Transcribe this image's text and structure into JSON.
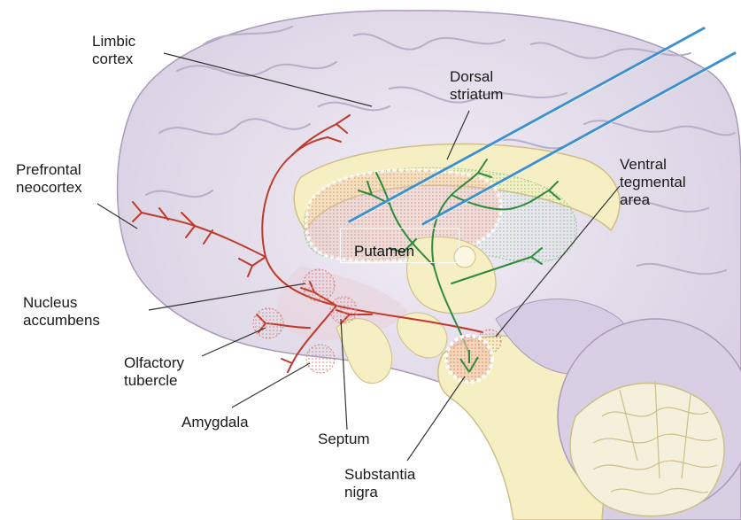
{
  "labels": {
    "limbic_cortex": [
      "Limbic",
      "cortex"
    ],
    "dorsal_striatum": [
      "Dorsal",
      "striatum"
    ],
    "prefrontal_neocortex": [
      "Prefrontal",
      "neocortex"
    ],
    "ventral_tegmental_area": [
      "Ventral",
      "tegmental",
      "area"
    ],
    "putamen": "Putamen",
    "nucleus_accumbens": [
      "Nucleus",
      "accumbens"
    ],
    "olfactory_tubercle": [
      "Olfactory",
      "tubercle"
    ],
    "amygdala": "Amygdala",
    "septum": "Septum",
    "substantia_nigra": [
      "Substantia",
      "nigra"
    ]
  },
  "colors": {
    "cortex": "#e6e0ec",
    "cortex_fold": "#c9c0d6",
    "striatum_fill": "#f7efc4",
    "pathway_red": "#c0392b",
    "pathway_green": "#2e8b3d",
    "electrode": "#3a8fd1",
    "highlight_ring": "#ffffff",
    "nucleus_dots": "#e8a394"
  }
}
